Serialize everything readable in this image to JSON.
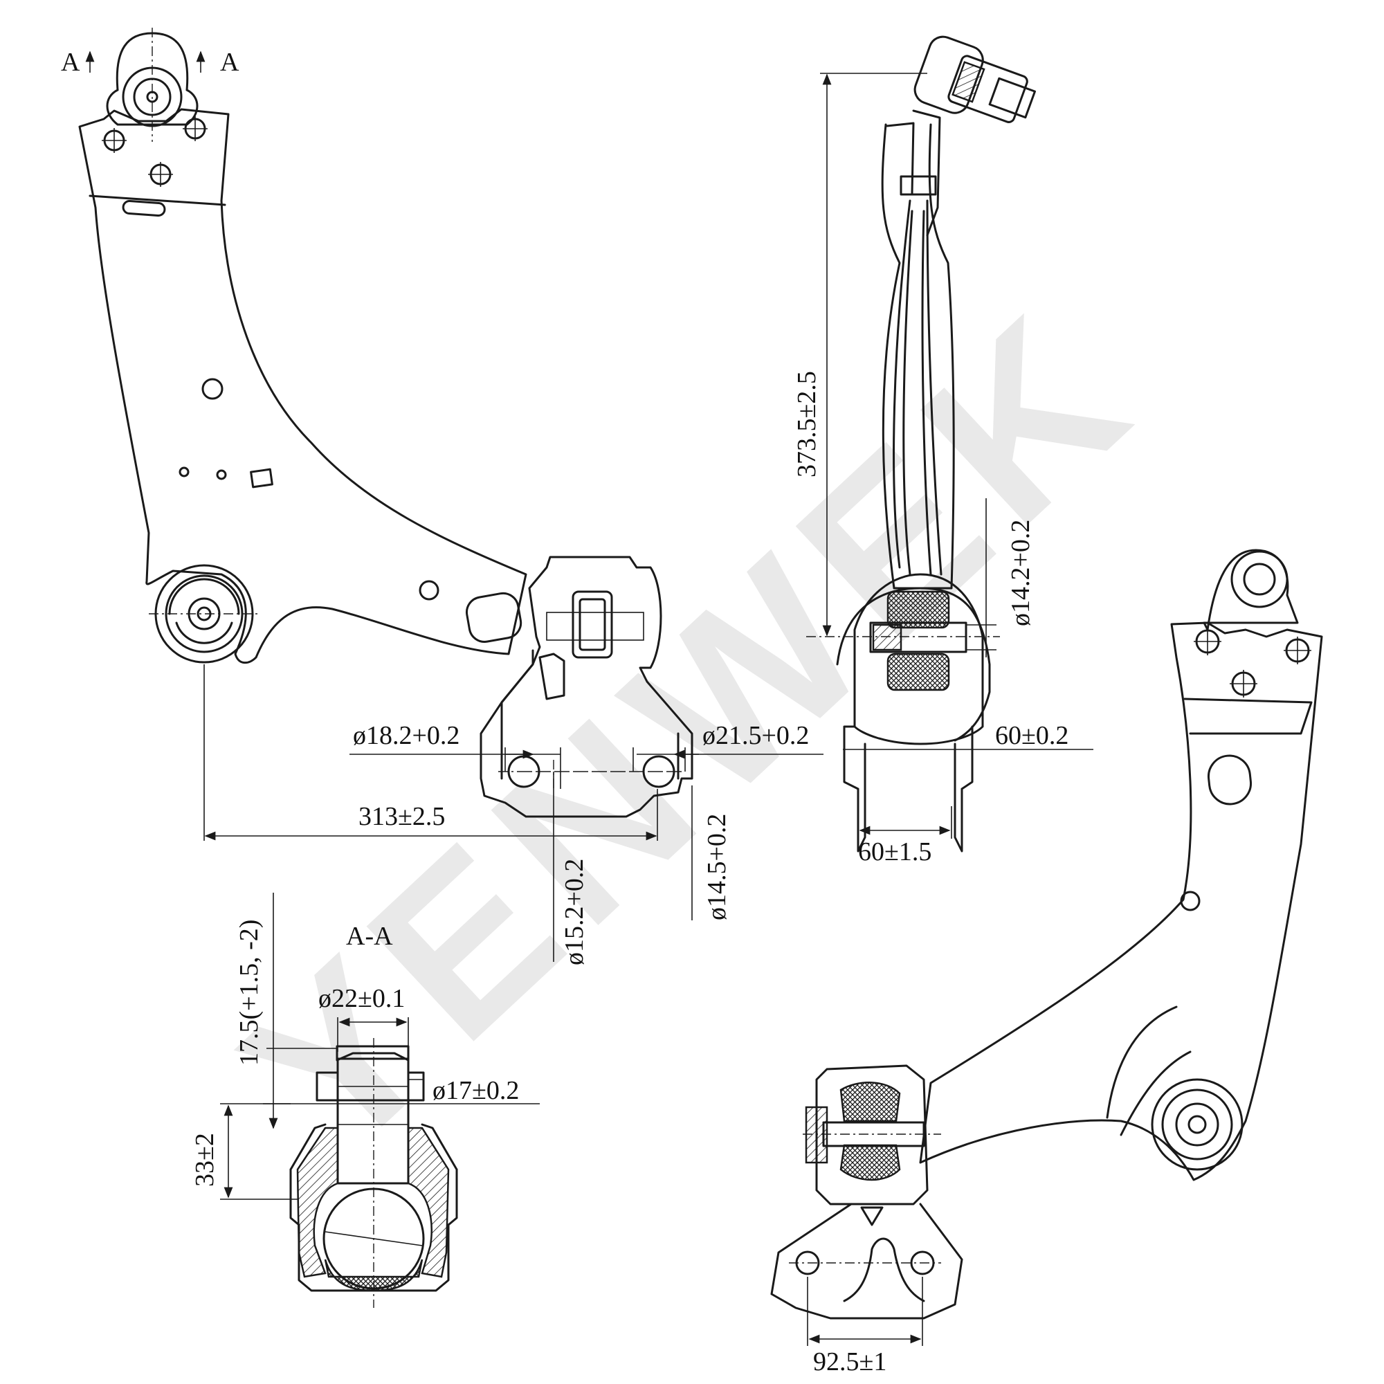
{
  "watermark": {
    "text": "YENWEK",
    "color": "#e9e9e9"
  },
  "section_marks": {
    "left_A": "A",
    "right_A": "A",
    "section_title": "A-A"
  },
  "dimensions": {
    "length_313": "313±2.5",
    "hole_18_2": "ø18.2+0.2",
    "hole_21_5": "ø21.5+0.2",
    "hole_15_2": "ø15.2+0.2",
    "hole_14_5": "ø14.5+0.2",
    "height_373_5": "373.5±2.5",
    "bore_14_2": "ø14.2+0.2",
    "width_60_0_2": "60±0.2",
    "width_60_1_5": "60±1.5",
    "stud_22": "ø22±0.1",
    "stud_17": "ø17±0.2",
    "taper_17_5": "17.5(+1.5, -2)",
    "height_33": "33±2",
    "spacing_92_5": "92.5±1"
  },
  "colors": {
    "line": "#1a1a1a",
    "background": "#ffffff"
  }
}
